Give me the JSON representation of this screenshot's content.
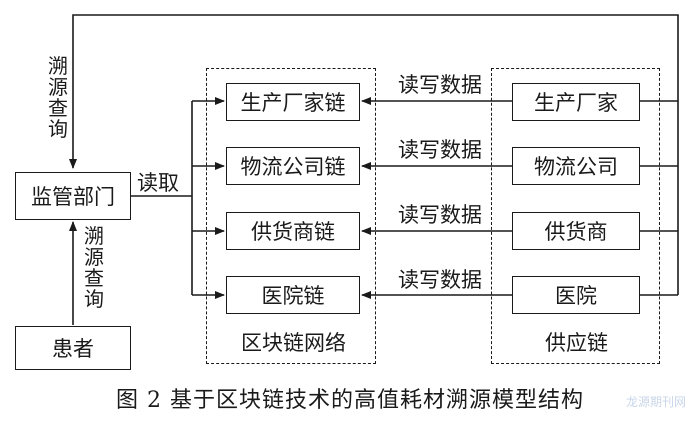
{
  "nodes": {
    "regulator": "监管部门",
    "patient": "患者",
    "chain_manufacturer": "生产厂家链",
    "chain_logistics": "物流公司链",
    "chain_supplier": "供货商链",
    "chain_hospital": "医院链",
    "manufacturer": "生产厂家",
    "logistics": "物流公司",
    "supplier": "供货商",
    "hospital": "医院"
  },
  "groups": {
    "blockchain_network": "区块链网络",
    "supply_chain": "供应链"
  },
  "edge_labels": {
    "trace_query_top": "溯源查询",
    "trace_query_bottom": "溯源查询",
    "read": "读取",
    "read_write_1": "读写数据",
    "read_write_2": "读写数据",
    "read_write_3": "读写数据",
    "read_write_4": "读写数据"
  },
  "caption": "图 2 基于区块链技术的高值耗材溯源模型结构",
  "watermark": "龙源期刊网"
}
